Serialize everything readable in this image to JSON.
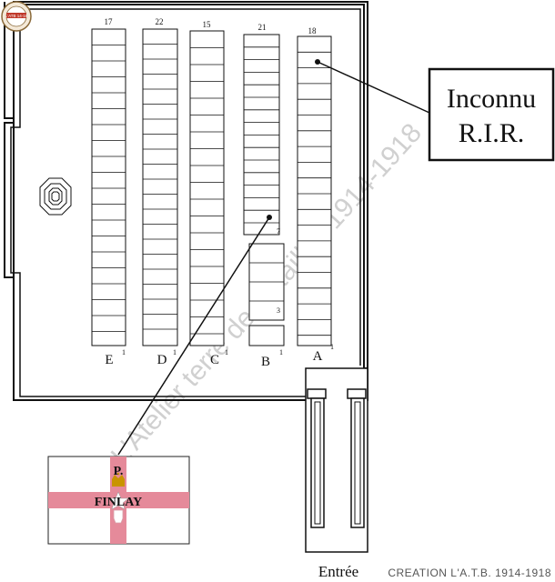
{
  "cemetery": {
    "rows": [
      {
        "letter": "E",
        "count": "17",
        "first": "1"
      },
      {
        "letter": "D",
        "count": "22",
        "first": "1"
      },
      {
        "letter": "C",
        "count": "15",
        "first": "1"
      },
      {
        "letter": "B",
        "count": "21",
        "first": "1",
        "marks": [
          "7",
          "3"
        ]
      },
      {
        "letter": "A",
        "count": "18",
        "first": "1"
      }
    ],
    "callout_unknown": {
      "line1": "Inconnu",
      "line2": "R.I.R."
    },
    "flag": {
      "initial": "P.",
      "name": "FINLAY"
    },
    "entrance_label": "Entrée",
    "credit": "CREATION L'A.T.B. 1914-1918",
    "watermark": "L'Atelier terre de Batailles 1914-1918",
    "logo_text": "L'ATB 14-18",
    "colors": {
      "flag_cross": "#e58a9a",
      "line": "#111111",
      "watermark": "#d0d0d0"
    }
  }
}
